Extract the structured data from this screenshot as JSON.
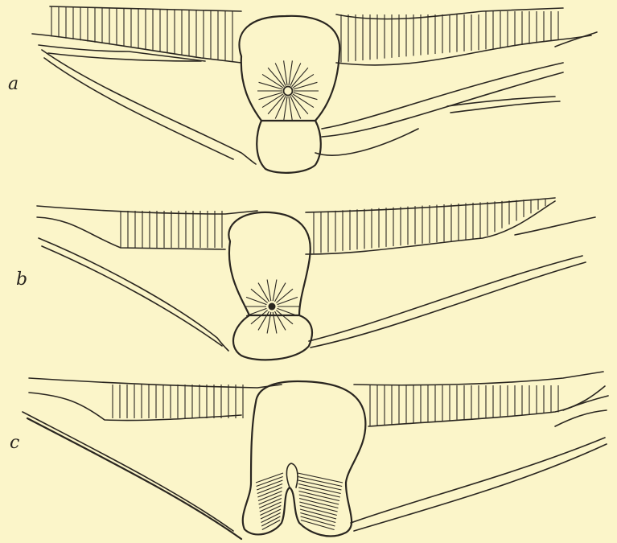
{
  "figure": {
    "background_color": "#fbf5c9",
    "ink_color": "#2a2620",
    "panels": [
      {
        "id": "a",
        "label": "a"
      },
      {
        "id": "b",
        "label": "b"
      },
      {
        "id": "c",
        "label": "c"
      }
    ]
  }
}
